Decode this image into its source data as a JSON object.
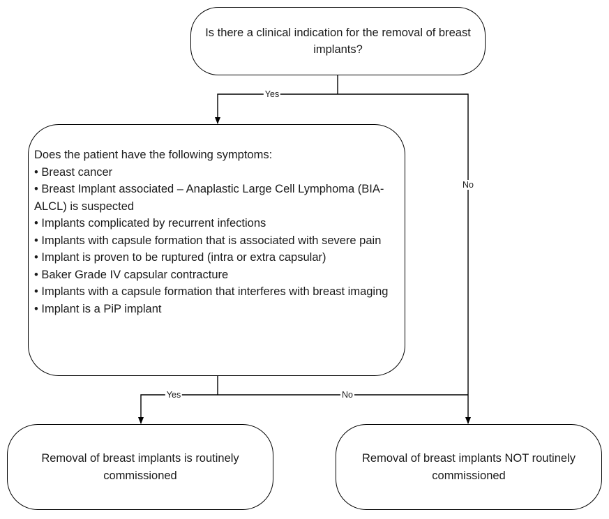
{
  "question_1": {
    "text": "Is there a clinical indication for the removal of breast implants?"
  },
  "question_2": {
    "intro": "Does the patient have the following symptoms:",
    "symptoms": [
      "Breast cancer",
      "Breast Implant associated – Anaplastic Large Cell Lymphoma (BIA-ALCL) is suspected",
      "Implants complicated by recurrent infections",
      "Implants with capsule formation that is associated with severe pain",
      "Implant is proven to be ruptured (intra or extra capsular)",
      "Baker Grade IV capsular contracture",
      "Implants with a capsule formation that interferes with breast imaging",
      "Implant is a PiP implant"
    ],
    "bullet": "•"
  },
  "outcomes": {
    "routine": "Removal of breast implants is routinely commissioned",
    "not_routine": "Removal of breast implants NOT routinely commissioned"
  },
  "edge_labels": {
    "q1_yes": "Yes",
    "q1_no": "No",
    "q2_yes": "Yes",
    "q2_no": "No"
  },
  "colors": {
    "line": "#000000",
    "node_fill": "#ffffff"
  }
}
